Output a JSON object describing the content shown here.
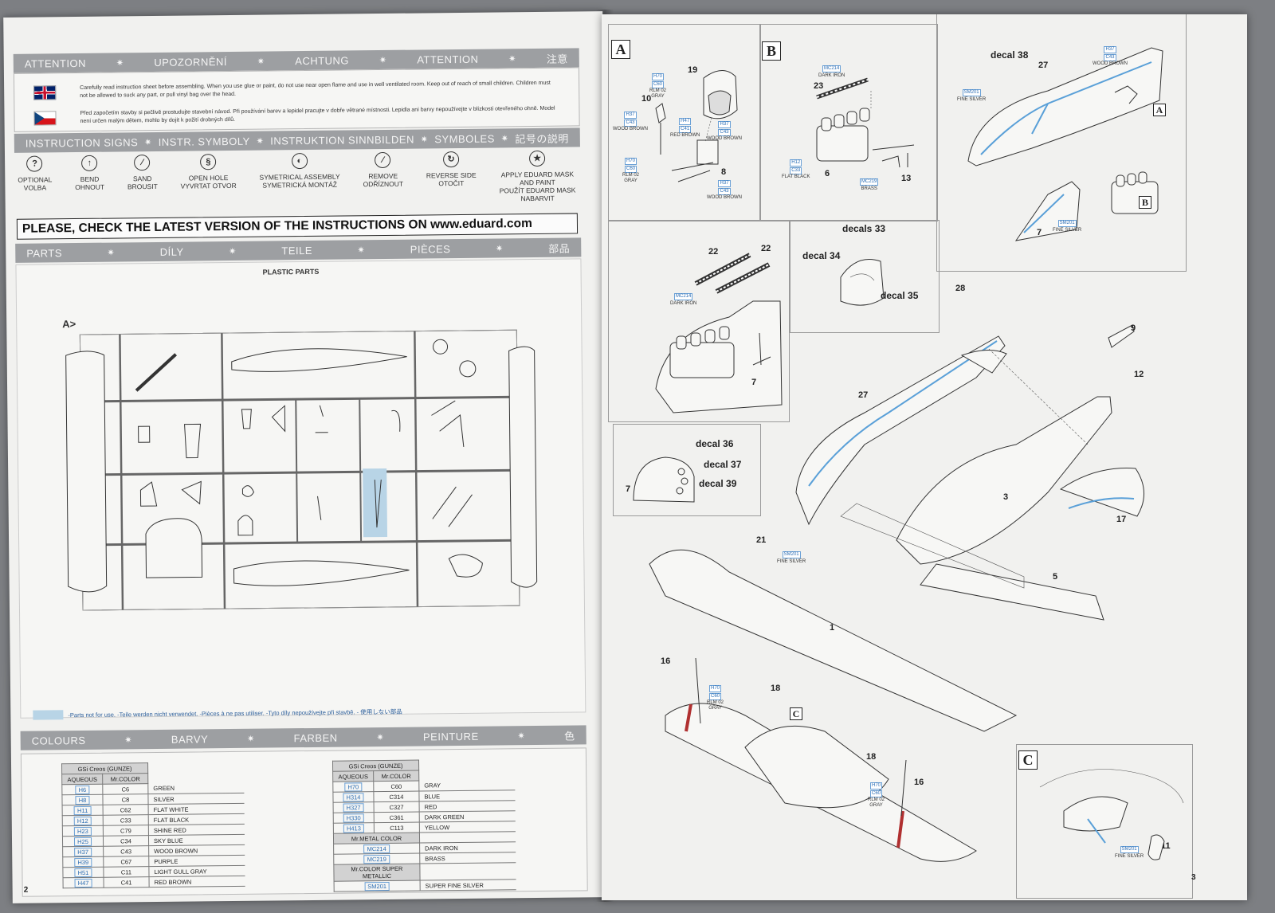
{
  "left_page": {
    "attention_bar": [
      "ATTENTION",
      "UPOZORNĚNÍ",
      "ACHTUNG",
      "ATTENTION",
      "注意"
    ],
    "warning_en": "Carefully read instruction sheet before assembling. When you use glue or paint, do not use near open flame and use in well ventilated room. Keep out of reach of small children. Children must not be allowed to suck any part, or pull vinyl bag over the head.",
    "warning_cz": "Před započetím stavby si pečlivě prostudujte stavební návod. Při používání barev a lepidel pracujte v dobře větrané místnosti. Lepidla ani barvy nepoužívejte v blízkosti otevřeného ohně. Model není určen malým dětem, mohlo by dojít k požití drobných dílů.",
    "signs_bar": [
      "INSTRUCTION SIGNS",
      "INSTR. SYMBOLY",
      "INSTRUKTION SINNBILDEN",
      "SYMBOLES",
      "記号の説明"
    ],
    "signs": [
      {
        "icon": "?",
        "label": "OPTIONAL\nVOLBA"
      },
      {
        "icon": "↑",
        "label": "BEND\nOHNOUT"
      },
      {
        "icon": "⁄",
        "label": "SAND\nBROUSIT"
      },
      {
        "icon": "§",
        "label": "OPEN HOLE\nVYVRTAT OTVOR"
      },
      {
        "icon": "◐",
        "label": "SYMETRICAL ASSEMBLY\nSYMETRICKÁ MONTÁŽ"
      },
      {
        "icon": "⁄",
        "label": "REMOVE\nODŘÍZNOUT"
      },
      {
        "icon": "↻",
        "label": "REVERSE SIDE\nOTOČIT"
      },
      {
        "icon": "★",
        "label": "APPLY EDUARD MASK\nAND PAINT\nPOUŽÍT EDUARD MASK\nNABARVIT"
      }
    ],
    "notice": "PLEASE, CHECK THE LATEST VERSION OF THE INSTRUCTIONS ON www.eduard.com",
    "parts_bar": [
      "PARTS",
      "DÍLY",
      "TEILE",
      "PIÈCES",
      "部品"
    ],
    "plastic_parts": "PLASTIC PARTS",
    "sprue_label": "A>",
    "legend": "-Parts not for use. -Teile werden nicht verwendet. -Pièces à ne pas utiliser. -Tyto díly nepoužívejte při stavbě. - 使用しない部品",
    "colours_bar": [
      "COLOURS",
      "BARVY",
      "FARBEN",
      "PEINTURE",
      "色"
    ],
    "table_title": "GSi Creos (GUNZE)",
    "table_headers": [
      "AQUEOUS",
      "Mr.COLOR"
    ],
    "colors_left": [
      {
        "aq": "H6",
        "mr": "C6",
        "name": "GREEN"
      },
      {
        "aq": "H8",
        "mr": "C8",
        "name": "SILVER"
      },
      {
        "aq": "H11",
        "mr": "C62",
        "name": "FLAT WHITE"
      },
      {
        "aq": "H12",
        "mr": "C33",
        "name": "FLAT BLACK"
      },
      {
        "aq": "H23",
        "mr": "C79",
        "name": "SHINE RED"
      },
      {
        "aq": "H25",
        "mr": "C34",
        "name": "SKY BLUE"
      },
      {
        "aq": "H37",
        "mr": "C43",
        "name": "WOOD BROWN"
      },
      {
        "aq": "H39",
        "mr": "C67",
        "name": "PURPLE"
      },
      {
        "aq": "H51",
        "mr": "C11",
        "name": "LIGHT GULL GRAY"
      },
      {
        "aq": "H47",
        "mr": "C41",
        "name": "RED BROWN"
      }
    ],
    "colors_right": [
      {
        "aq": "H70",
        "mr": "C60",
        "name": "GRAY"
      },
      {
        "aq": "H314",
        "mr": "C314",
        "name": "BLUE"
      },
      {
        "aq": "H327",
        "mr": "C327",
        "name": "RED"
      },
      {
        "aq": "H330",
        "mr": "C361",
        "name": "DARK GREEN"
      },
      {
        "aq": "H413",
        "mr": "C113",
        "name": "YELLOW"
      }
    ],
    "metal_title": "Mr.METAL COLOR",
    "metal_colors": [
      {
        "code": "MC214",
        "name": "DARK IRON"
      },
      {
        "code": "MC219",
        "name": "BRASS"
      }
    ],
    "super_title": "Mr.COLOR SUPER METALLIC",
    "super_colors": [
      {
        "code": "SM201",
        "name": "SUPER FINE SILVER"
      }
    ],
    "page_number": "2"
  },
  "right_page": {
    "step_a": "A",
    "step_b": "B",
    "step_c": "C",
    "page_number": "3",
    "parts": [
      "19",
      "10",
      "8",
      "23",
      "6",
      "13",
      "27",
      "7",
      "22",
      "22",
      "7",
      "7",
      "28",
      "9",
      "12",
      "27",
      "3",
      "17",
      "5",
      "21",
      "1",
      "16",
      "18",
      "18",
      "16",
      "11"
    ],
    "decals": [
      "decal 38",
      "decals 33",
      "decal 34",
      "decal 35",
      "decal 36",
      "decal 37",
      "decal 39"
    ],
    "paints": {
      "h70": [
        "H70",
        "C60",
        "RLM 02\nGRAY"
      ],
      "h37": [
        "H37",
        "C43",
        "WOOD BROWN"
      ],
      "h47": [
        "H47",
        "C41",
        "RED BROWN"
      ],
      "mc214": [
        "MC214",
        "DARK IRON"
      ],
      "h12": [
        "H12",
        "C33",
        "FLAT BLACK"
      ],
      "mc219": [
        "MC219",
        "BRASS"
      ],
      "sm201": [
        "SM201",
        "FINE SILVER"
      ]
    },
    "inset_labels": [
      "A",
      "B",
      "C"
    ]
  }
}
